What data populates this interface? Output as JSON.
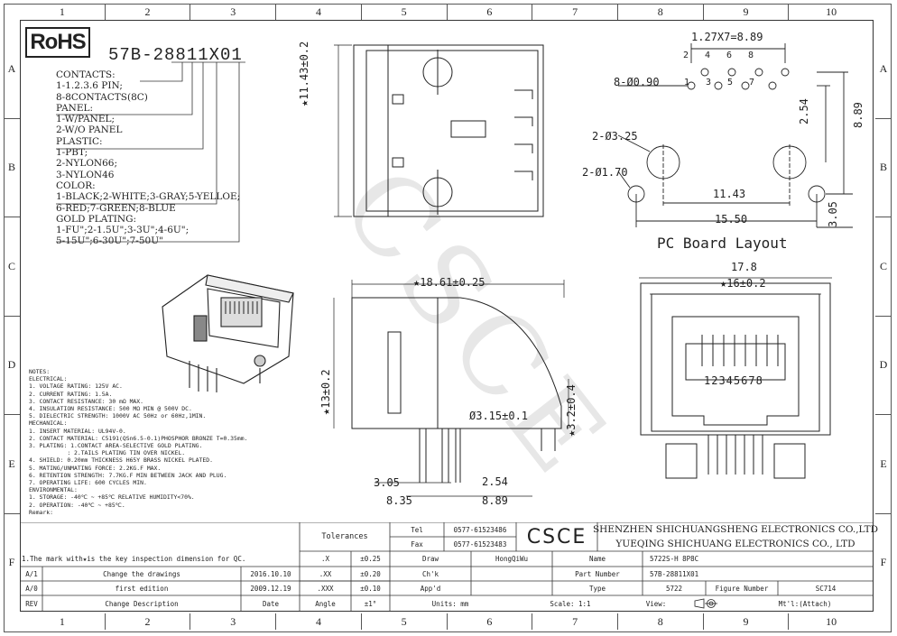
{
  "zones_x": [
    "1",
    "2",
    "3",
    "4",
    "5",
    "6",
    "7",
    "8",
    "9",
    "10"
  ],
  "zones_y": [
    "A",
    "B",
    "C",
    "D",
    "E",
    "F"
  ],
  "rohs": "RoHS",
  "part_number": "57B-28811X01",
  "spec_lines": [
    "CONTACTS:",
    "1-1.2.3.6 PIN;",
    "8-8CONTACTS(8C)",
    "PANEL:",
    "1-W/PANEL;",
    "2-W/O PANEL",
    "PLASTIC:",
    "1-PBT;",
    "2-NYLON66;",
    "3-NYLON46",
    "COLOR:",
    "1-BLACK;2-WHITE;3-GRAY;5-YELLOE;",
    "6-RED;7-GREEN;8-BLUE",
    "GOLD PLATING:",
    "1-FU\";2-1.5U\";3-3U\";4-6U\";",
    "5-15U\";6-30U\";7-50U\""
  ],
  "notes_lines": [
    "NOTES:",
    "ELECTRICAL:",
    "1. VOLTAGE RATING: 125V AC.",
    "2. CURRENT RATING: 1.5A.",
    "3. CONTACT RESISTANCE: 30 mΩ MAX.",
    "4. INSULATION RESISTANCE: 500 MΩ MIN @ 500V DC.",
    "5. DIELECTRIC STRENGTH: 1000V AC 50Hz or 60Hz,1MIN.",
    "MECHANICAL:",
    "1. INSERT MATERIAL: UL94V-0.",
    "2. CONTACT MATERIAL: C5191(QSn6.5-0.1)PHOSPHOR BRONZE T=0.35mm.",
    "3. PLATING: 1.CONTACT AREA-SELECTIVE GOLD PLATING.",
    "           : 2.TAILS PLATING TIN OVER NICKEL.",
    "4. SHIELD: 0.20mm THICKNESS H65Y BRASS NICKEL PLATED.",
    "5. MATING/UNMATING FORCE: 2.2KG.F MAX.",
    "6. RETENTION STRENGTH: 7.7KG.F MIN BETWEEN JACK AND PLUG.",
    "7. OPERATING LIFE: 600 CYCLES MIN.",
    "ENVIRONMENTAL:",
    "1. STORAGE: -40℃ ~ +85℃ RELATIVE HUMIDITY<70%.",
    "2. OPERATION: -40℃ ~ +85℃.",
    "Remark:",
    "1.The mark with★is the key inspection dimension for QC."
  ],
  "dims": {
    "top_height": "★11.43±0.2",
    "pitch": "1.27X7=8.89",
    "pin_hole": "8-Ø0.90",
    "pins_top": [
      "2",
      "4",
      "6",
      "8"
    ],
    "pins_bottom": [
      "1",
      "3",
      "5",
      "7"
    ],
    "d254v": "2.54",
    "d889v": "8.89",
    "big_hole": "2-Ø3.25",
    "small_hole": "2-Ø1.70",
    "d1143": "11.43",
    "d1550": "15.50",
    "d305v": "3.05",
    "pcb_title": "PC Board Layout",
    "side_width": "★18.61±0.25",
    "side_height": "★13±0.2",
    "side_hole": "Ø3.15±0.1",
    "side_peg": "★3.2±0.4",
    "d305": "3.05",
    "d254": "2.54",
    "d835": "8.35",
    "d889": "8.89",
    "front_w": "17.8",
    "front_w2": "★16±0.2",
    "front_pins": "12345678",
    "watermark": "CSCE"
  },
  "title_block": {
    "tolerances": "Tolerances",
    "tel_label": "Tel",
    "tel": "0577-61523486",
    "fax_label": "Fax",
    "fax": "0577-61523483",
    "logo": "CSCE",
    "company1": "SHENZHEN SHICHUANGSHENG ELECTRONICS CO.,LTD",
    "company2": "YUEQING SHICHUANG ELECTRONICS CO., LTD",
    "tol_x": ".X",
    "tol_x_v": "±0.25",
    "tol_xx": ".XX",
    "tol_xx_v": "±0.20",
    "tol_xxx": ".XXX",
    "tol_xxx_v": "±0.10",
    "angle": "Angle",
    "angle_v": "±1°",
    "draw": "Draw",
    "draw_v": "HongQiWu",
    "chk": "Ch'k",
    "appd": "App'd",
    "units": "Units: mm",
    "name_label": "Name",
    "name_v": "5722S-H 8P8C",
    "partno_label": "Part Number",
    "partno_v": "57B-28811X01",
    "type_label": "Type",
    "type_v": "5722",
    "figure_label": "Figure Number",
    "figure_v": "SC714",
    "scale": "Scale: 1:1",
    "view": "View:",
    "mtl": "Mt'l:(Attach)",
    "rev_rows": [
      {
        "rev": "A/1",
        "desc": "Change the drawings",
        "date": "2016.10.10"
      },
      {
        "rev": "A/0",
        "desc": "first edition",
        "date": "2009.12.19"
      }
    ],
    "rev_hdr": "REV",
    "desc_hdr": "Change Description",
    "date_hdr": "Date"
  }
}
